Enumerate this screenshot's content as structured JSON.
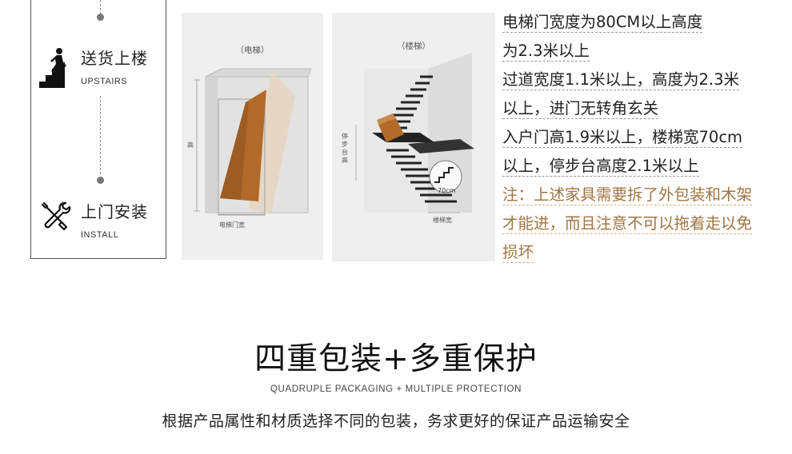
{
  "services": [
    {
      "title": "送货上楼",
      "subtitle": "UPSTAIRS",
      "icon": "upstairs-person-icon"
    },
    {
      "title": "上门安装",
      "subtitle": "INSTALL",
      "icon": "tools-wrench-screwdriver-icon"
    }
  ],
  "elevator_figure": {
    "caption": "（电梯）",
    "height_label": "高",
    "width_label": "电梯门宽"
  },
  "stairs_figure": {
    "caption": "（楼梯）",
    "landing_label": "停步台高",
    "width_label": "楼梯宽",
    "clearance_label": "70cm"
  },
  "specs": [
    "电梯门宽度为80CM以上高度",
    "为2.3米以上",
    "过道宽度1.1米以上，高度为2.3米",
    "以上，进门无转角玄关",
    "入户门高1.9米以上，楼梯宽70cm",
    "以上，停步台高度2.1米以上"
  ],
  "note": [
    "注：上述家具需要拆了外包装和木架",
    "才能进，而且注意不可以拖着走以免",
    "损坏"
  ],
  "section": {
    "title": "四重包装+多重保护",
    "subtitle": "QUADRUPLE PACKAGING + MULTIPLE PROTECTION",
    "description": "根据产品属性和材质选择不同的包装，务求更好的保证产品运输安全"
  },
  "colors": {
    "note_text": "#a07543",
    "furniture_brown": "#b26a2a",
    "panel_bg": "#efefef"
  }
}
